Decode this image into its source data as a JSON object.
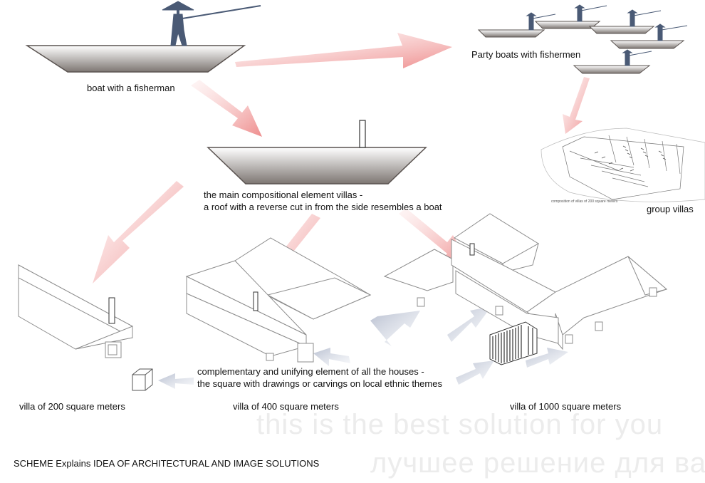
{
  "labels": {
    "boat": "boat with a fisherman",
    "party": "Party boats with fishermen",
    "group": "group villas",
    "main_line1": "the main compositional element villas -",
    "main_line2": "a roof with a reverse cut in from the side resembles a boat",
    "comp_line1": "complementary and unifying element of all the houses -",
    "comp_line2": "the square with drawings or carvings on local ethnic themes",
    "villa200": "villa of 200 square meters",
    "villa400": "villa of 400 square meters",
    "villa1000": "villa of 1000 square meters",
    "scheme": "SCHEME Explains IDEA OF ARCHITECTURAL AND IMAGE SOLUTIONS",
    "group_caption": "composition of villas of 200 square meters"
  },
  "watermark": {
    "line1": "this is the best solution for you",
    "line2": "лучшее решение для вас"
  },
  "colors": {
    "arrow_pink": "#f2a3a3",
    "arrow_blue": "#c9cfdd",
    "fisherman": "#4a5a75",
    "boat_dark": "#8a8480",
    "boat_light": "#ffffff",
    "line": "#8c8c8c"
  }
}
